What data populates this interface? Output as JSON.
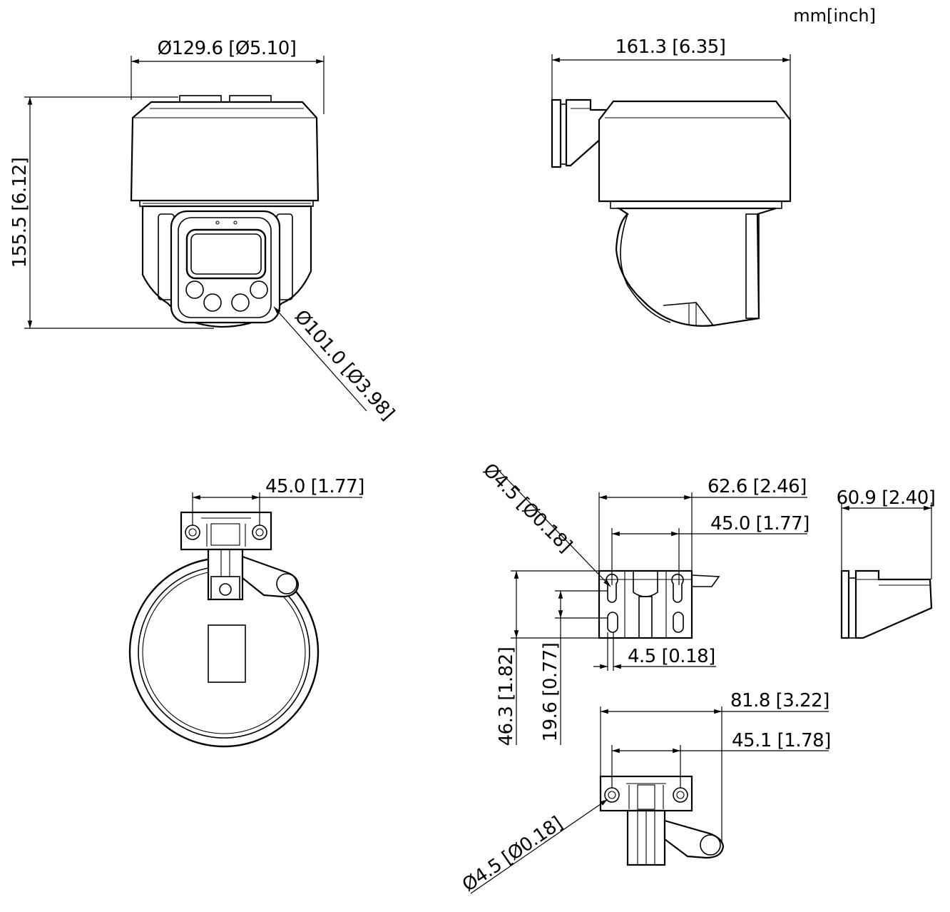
{
  "units": "mm[inch]",
  "dimensions": {
    "front_width": "Ø129.6 [Ø5.10]",
    "front_height": "155.5 [6.12]",
    "front_lens_diameter": "Ø101.0 [Ø3.98]",
    "side_depth": "161.3 [6.35]",
    "bottom_hole_spacing": "45.0 [1.77]",
    "bracket_hole_diameter_top": "Ø4.5 [Ø0.18]",
    "bracket_width": "62.6 [2.46]",
    "bracket_hole_spacing": "45.0 [1.77]",
    "bracket_side_depth": "60.9 [2.40]",
    "bracket_slot_width": "4.5 [0.18]",
    "bracket_height": "46.3 [1.82]",
    "bracket_slot_height": "19.6 [0.77]",
    "top_bracket_length": "81.8 [3.22]",
    "top_bracket_hole_spacing": "45.1 [1.78]",
    "top_bracket_hole_diameter": "Ø4.5 [Ø0.18]"
  }
}
